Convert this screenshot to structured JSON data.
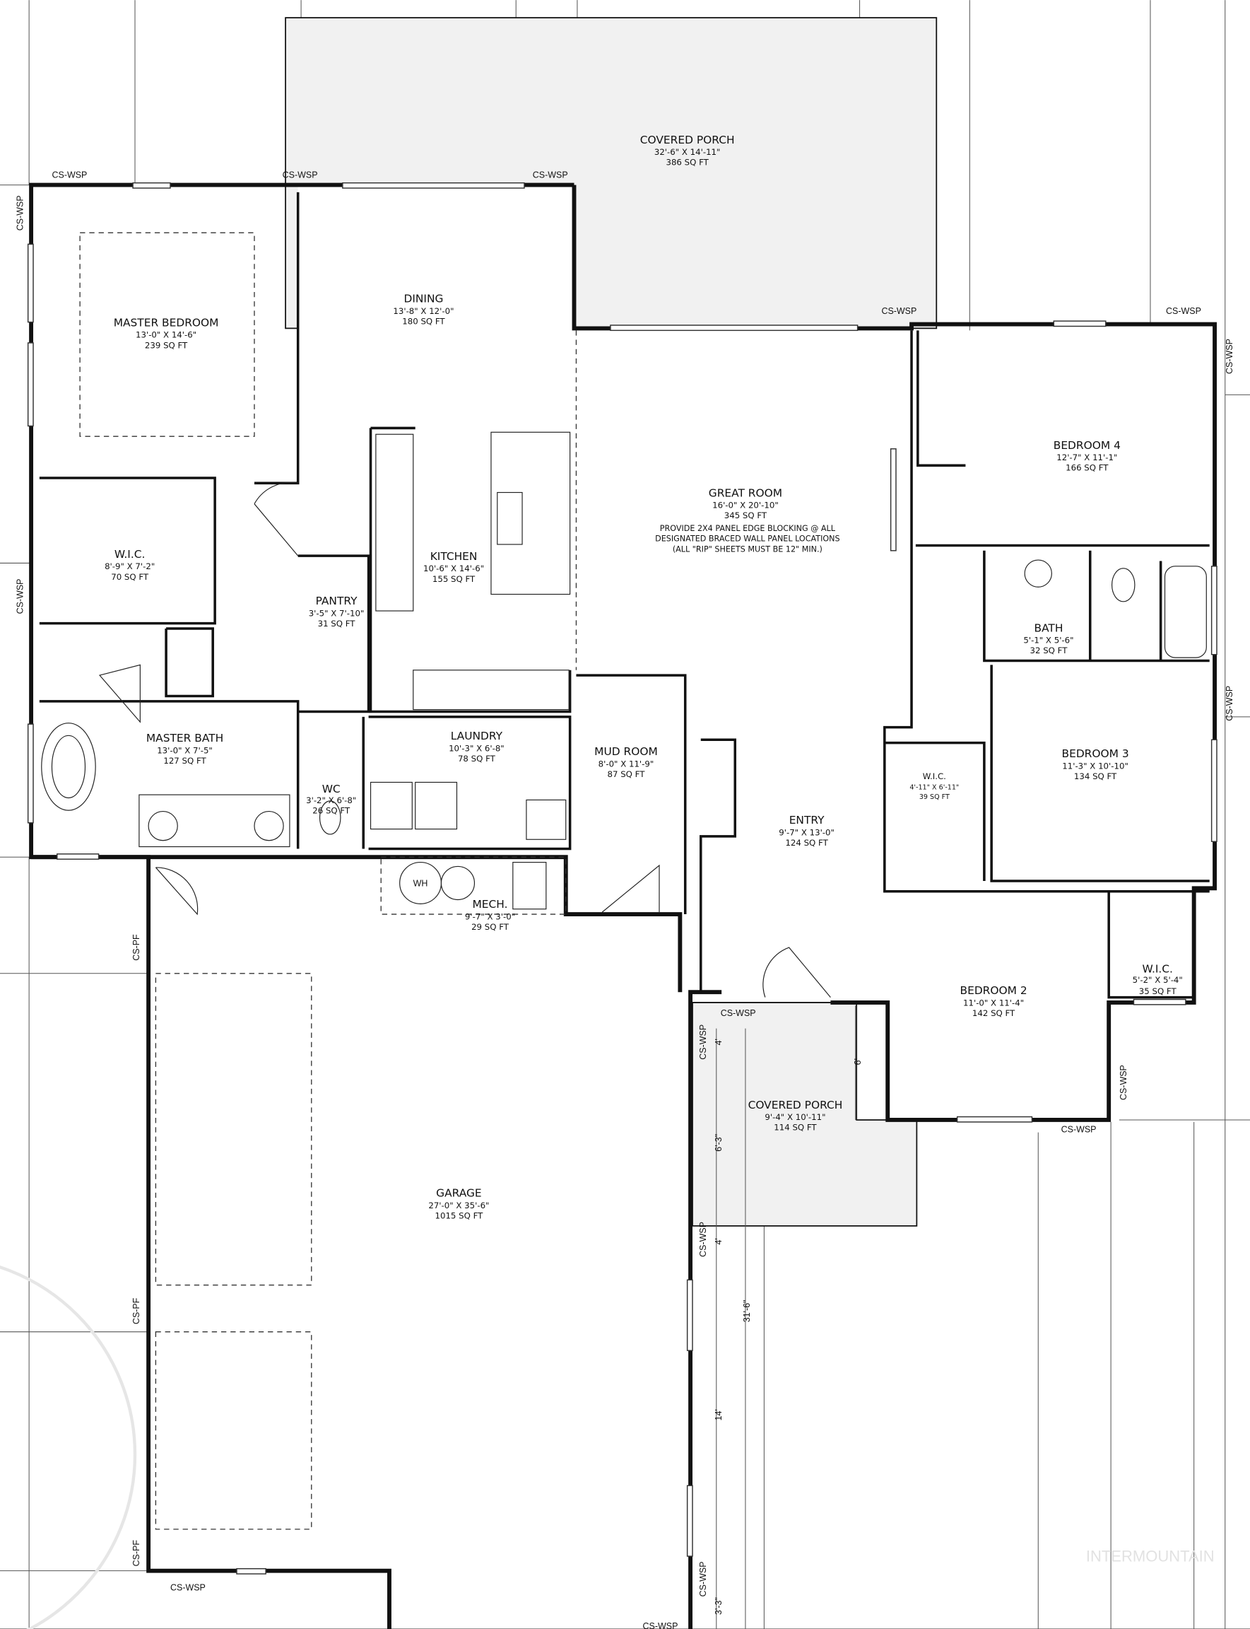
{
  "plan": {
    "rooms": {
      "covered_porch_rear": {
        "name": "COVERED PORCH",
        "size": "32'-6\" X 14'-11\"",
        "area": "386 SQ FT"
      },
      "master_bedroom": {
        "name": "MASTER BEDROOM",
        "size": "13'-0\" X 14'-6\"",
        "area": "239 SQ FT"
      },
      "dining": {
        "name": "DINING",
        "size": "13'-8\" X 12'-0\"",
        "area": "180 SQ FT"
      },
      "master_wic": {
        "name": "W.I.C.",
        "size": "8'-9\" X 7'-2\"",
        "area": "70 SQ FT"
      },
      "kitchen": {
        "name": "KITCHEN",
        "size": "10'-6\" X 14'-6\"",
        "area": "155 SQ FT"
      },
      "pantry": {
        "name": "PANTRY",
        "size": "3'-5\" X 7'-10\"",
        "area": "31 SQ FT"
      },
      "great_room": {
        "name": "GREAT ROOM",
        "size": "16'-0\" X 20'-10\"",
        "area": "345 SQ FT"
      },
      "bedroom_4": {
        "name": "BEDROOM 4",
        "size": "12'-7\" X 11'-1\"",
        "area": "166 SQ FT"
      },
      "bath": {
        "name": "BATH",
        "size": "5'-1\" X 5'-6\"",
        "area": "32 SQ FT"
      },
      "master_bath": {
        "name": "MASTER BATH",
        "size": "13'-0\" X 7'-5\"",
        "area": "127 SQ FT"
      },
      "wc": {
        "name": "WC",
        "size": "3'-2\" X 6'-8\"",
        "area": "26 SQ FT"
      },
      "laundry": {
        "name": "LAUNDRY",
        "size": "10'-3\" X 6'-8\"",
        "area": "78 SQ FT"
      },
      "mud_room": {
        "name": "MUD ROOM",
        "size": "8'-0\" X 11'-9\"",
        "area": "87 SQ FT"
      },
      "bedroom_3": {
        "name": "BEDROOM 3",
        "size": "11'-3\" X 10'-10\"",
        "area": "134 SQ FT"
      },
      "bed3_wic": {
        "name": "W.I.C.",
        "size": "4'-11\" X 6'-11\"",
        "area": "39 SQ FT"
      },
      "entry": {
        "name": "ENTRY",
        "size": "9'-7\" X 13'-0\"",
        "area": "124 SQ FT"
      },
      "mech": {
        "name": "MECH.",
        "size": "9'-7\" X 3'-0\"",
        "area": "29 SQ FT"
      },
      "bedroom_2": {
        "name": "BEDROOM 2",
        "size": "11'-0\" X 11'-4\"",
        "area": "142 SQ FT"
      },
      "bed2_wic": {
        "name": "W.I.C.",
        "size": "5'-2\" X 5'-4\"",
        "area": "35 SQ FT"
      },
      "covered_porch_front": {
        "name": "COVERED PORCH",
        "size": "9'-4\" X 10'-11\"",
        "area": "114 SQ FT"
      },
      "garage": {
        "name": "GARAGE",
        "size": "27'-0\" X 35'-6\"",
        "area": "1015 SQ FT"
      }
    },
    "great_room_note": [
      "PROVIDE 2X4 PANEL EDGE BLOCKING @ ALL",
      "DESIGNATED BRACED WALL PANEL LOCATIONS",
      "(ALL \"RIP\" SHEETS MUST BE 12\" MIN.)"
    ],
    "fixtures": {
      "water_heater": "WH"
    },
    "wall_labels": {
      "wsp": "CS-WSP",
      "pf": "CS-PF"
    },
    "dimensions": {
      "porch_depth": "6'",
      "seg_top": "4'",
      "seg_mid": "6'-3\"",
      "seg_low": "4'",
      "overall": "31'-6\"",
      "seg_garage": "14'",
      "seg_bottom": "3'-3\""
    },
    "watermark": "INTERMOUNTAIN"
  }
}
